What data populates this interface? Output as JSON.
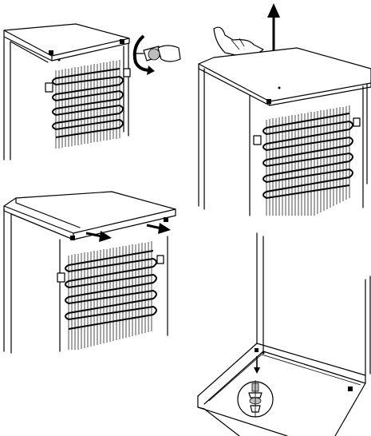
{
  "figure": {
    "panels": [
      {
        "id": "1",
        "step_icon": "screwdriver-icon",
        "rotation_icon": "rotate-ccw-arrow-icon"
      },
      {
        "id": "2",
        "step_icon": "hand-lift-icon",
        "direction_icon": "up-arrow-icon"
      },
      {
        "id": "3",
        "step_icon": "slide-arrows-icon"
      },
      {
        "id": "4",
        "step_icon": "screw-detail-icon",
        "direction_icon": "down-arrow-icon"
      }
    ],
    "line_color": "#000000",
    "background": "#ffffff"
  }
}
